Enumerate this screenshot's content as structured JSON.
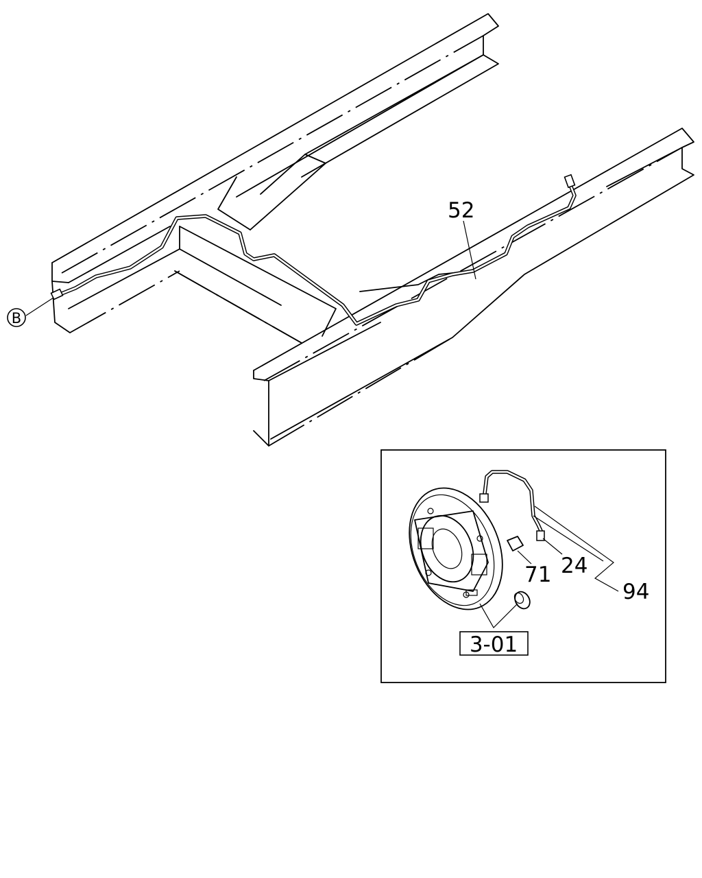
{
  "callouts": {
    "brake_pipe": "52",
    "connector_b": "B",
    "bolt": "24",
    "clip": "71",
    "kit": "94",
    "backing_plate_ref": "3-01"
  }
}
